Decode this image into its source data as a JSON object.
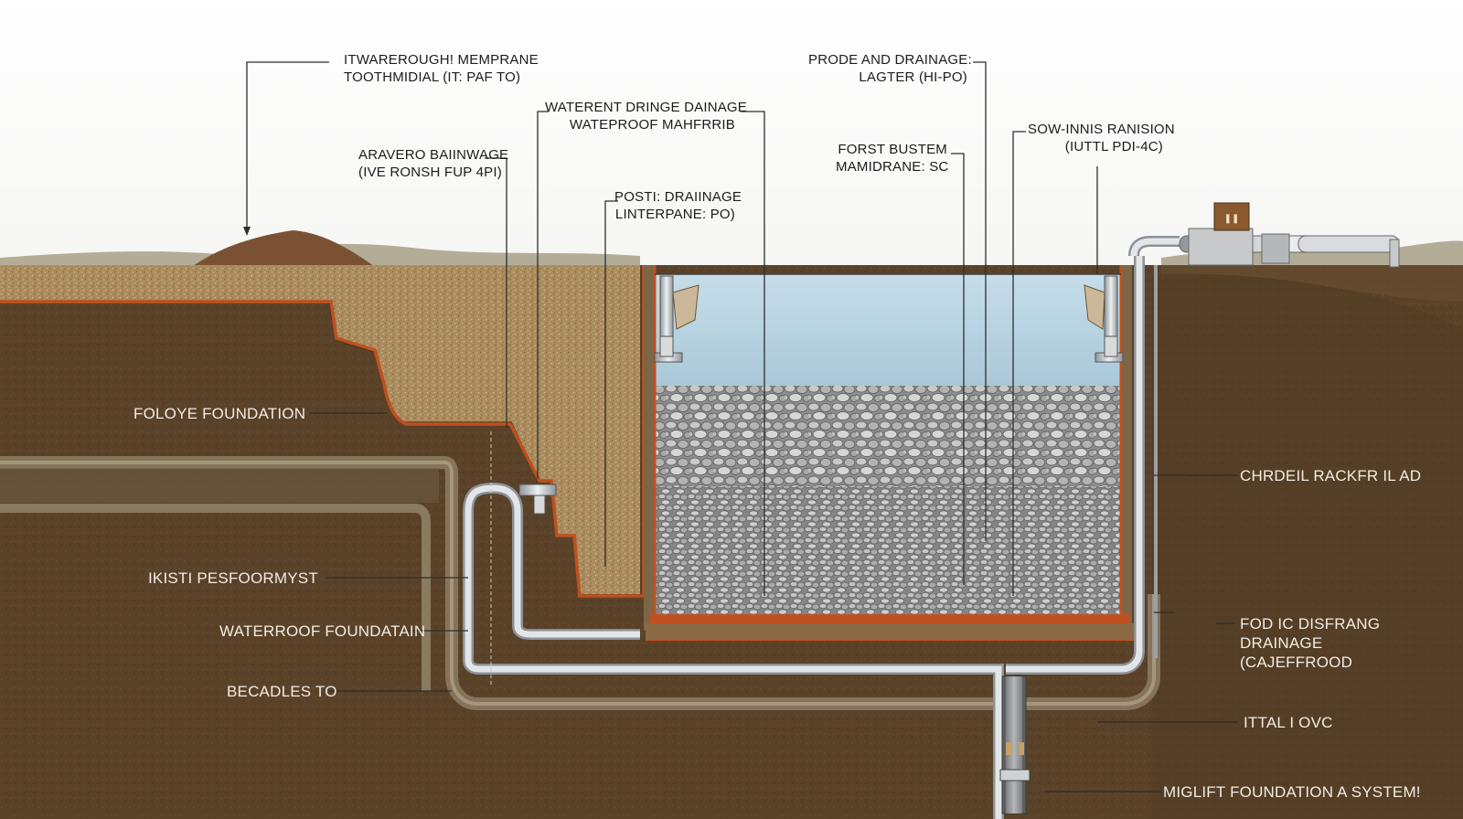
{
  "labels": {
    "top_membrane": [
      "ITWAREROUGH! MEMPRANE",
      "TOOTHMIDIAL (IT: PAF TO)"
    ],
    "aravero": [
      "ARAVERO BAIINWAGE",
      "(IVE RONSH FUP 4PI)"
    ],
    "waterent": [
      "WATERENT DRINGE DAINAGE",
      "WATEPROOF MAHFRRIB"
    ],
    "posti": [
      "POSTI: DRAIINAGE",
      "LINTERPANE: PO)"
    ],
    "prode": [
      "PRODE AND DRAINAGE:",
      "LAGTER (HI-PO)"
    ],
    "forst": [
      "FORST BUSTEM",
      "MAMIDRANE: SC"
    ],
    "sow": [
      "SOW-INNIS RANISION",
      "(IUTTL PDI-4C)"
    ],
    "foloye": "FOLOYE FOUNDATION",
    "iklsti": "IKISTI PESFOORMYST",
    "waterproof_foundation": "WATERROOF FOUNDATAIN",
    "becadles": "BECADLES TO",
    "chrdeil": "CHRDEIL RACKFR IL AD",
    "fodic": [
      "FOD IC DISFRANG",
      "DRAINAGE",
      "(CAJEFFROOD"
    ],
    "ittal": "ITTAL I OVC",
    "miglift": "MIGLIFT FOUNDATION A SYSTEM!"
  },
  "icons": {
    "sump_box": "sump-pump-box-icon",
    "pipe": "drain-pipe-icon"
  },
  "colors": {
    "soil_dark": "#4f3a22",
    "soil_mid": "#5e462b",
    "backfill": "#a88a5c",
    "membrane": "#c0501f",
    "water": "#b7d2e0",
    "gravel": "#9a9a9a",
    "pipe": "#d5d8da",
    "leader": "#333333"
  }
}
